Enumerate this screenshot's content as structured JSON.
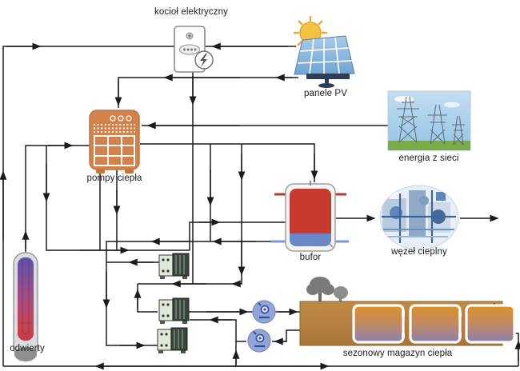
{
  "diagram": {
    "title_visible": false,
    "nodes": {
      "boiler": {
        "label": "kocioł elektryczny",
        "icon": "electric-boiler-icon"
      },
      "pv": {
        "label": "panele PV",
        "icon": "solar-panel-sun-icon"
      },
      "grid": {
        "label": "energia z sieci",
        "icon": "power-lines-photo"
      },
      "heat_pumps": {
        "label": "pompy ciepła",
        "icon": "heat-pump-icon",
        "color": "#d2824a"
      },
      "buffer": {
        "label": "bufor",
        "icon": "buffer-tank-icon",
        "hot_color": "#c8392f",
        "cold_color": "#6b87c8"
      },
      "substation": {
        "label": "węzeł cieplny",
        "icon": "heat-substation-photo"
      },
      "boreholes": {
        "label": "odwierty",
        "icon": "borehole-probe-icon"
      },
      "storage": {
        "label": "sezonowy magazyn ciepła",
        "icon": "underground-storage-icon",
        "ground_color": "#b5813f"
      }
    },
    "unlabeled_components": [
      {
        "name": "plate-heat-exchanger-icon",
        "count": 3
      },
      {
        "name": "circulation-pump-icon",
        "count": 2,
        "color": "#93a5d6"
      },
      {
        "name": "sun-icon",
        "count": 1
      },
      {
        "name": "lightning-bolt-icon",
        "count": 1
      },
      {
        "name": "tree-icon",
        "count": 2
      }
    ],
    "connections": [
      "energia z sieci → pompy ciepła",
      "panele PV → kocioł elektryczny",
      "panele PV → pompy ciepła",
      "odwierty → pompy ciepła",
      "pompy ciepła → bufor",
      "kocioł elektryczny → obieg wymienników",
      "bufor → węzeł cieplny",
      "węzeł cieplny → wyjście (odbiorcy)",
      "bufor → wymienniki ciepła (powrót)",
      "wymiennik → pompa obiegowa → sezonowy magazyn ciepła",
      "sezonowy magazyn ciepła → pompa obiegowa → wymiennik",
      "sezonowy magazyn ciepła → obieg powrotny → kocioł elektryczny"
    ],
    "line_color": "#1c1c1c"
  }
}
